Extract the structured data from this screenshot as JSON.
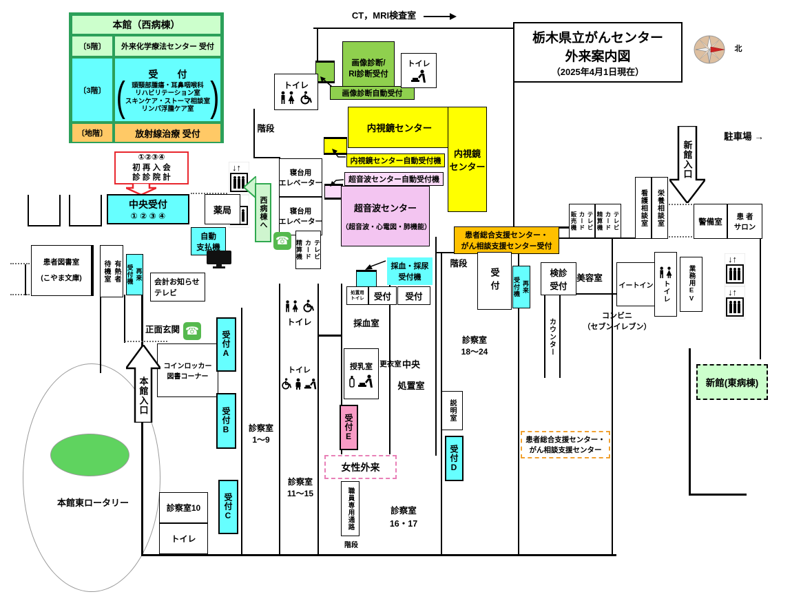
{
  "title": {
    "l1": "栃木県立がんセンター",
    "l2": "外来案内図",
    "l3": "（2025年4月1日現在）"
  },
  "compass_label": "北",
  "legend": {
    "header": "本館（西病棟）",
    "f5": "〔5階〕",
    "f5_text": "外来化学療法センター 受付",
    "f3": "〔3階〕",
    "f3_title": "受　　付",
    "f3_detail": "頭頸部腫瘍・耳鼻咽喉科\nリハビリテーション室\nスキンケア・ストーマ相談室\nリンパ浮腫ケア室",
    "b1": "〔地階〕",
    "b1_text": "放射線治療 受付",
    "paren_l": "(",
    "paren_r": ")"
  },
  "rooms": {
    "ct_mri": "CT，MRI検査室",
    "gazo": "画像診断/\nRI診断受付",
    "gazo_jido": "画像診断自動受付",
    "toilet": "トイレ",
    "naishikyo_big": "内視鏡センター",
    "naishikyo_v": "内視鏡\nセンター",
    "naishikyo_jido": "内視鏡センター自動受付機",
    "choonpa_jido": "超音波センター自動受付機",
    "choonpa_title": "超音波センター",
    "choonpa_sub": "（超音波・心電図・肺機能）",
    "kaidan": "階段",
    "shindai_ev": "寝台用\nエレベーター",
    "nishi_byoto": "西病棟へ",
    "yakkyoku": "薬局",
    "tvcard_seisanki": "テレビ\nカード\n精算機",
    "tvcard_hanbaiki": "テレビ\nカード\n販売機",
    "shokai": "①②③④\n初 再 入 会\n診 診 院 計",
    "chuo_uketsuke": "中央受付",
    "chuo_uketsuke_nums": "① ② ③ ④",
    "jido_shiharai": "自動\n支払機",
    "kaikei_tv": "会計お知らせ\nテレビ",
    "sairai": "再来\n受付機",
    "yunetsu": "有熱者\n待機室",
    "tosho": "患者図書室\n\n(こやま文庫)",
    "shomen": "正面玄関",
    "honkan_iriguchi": "本館入口",
    "coin_locker": "コインロッカー\n図書コーナー",
    "rotary": "本館東ロータリー",
    "uketsuke_a": "受付A",
    "uketsuke_b": "受付B",
    "uketsuke_c": "受付C",
    "uketsuke_d": "受付D",
    "uketsuke_e": "受付E",
    "shinsatsu_1_9": "診察室\n1～9",
    "shinsatsu_10": "診察室10",
    "shinsatsu_11_15": "診察室\n11～15",
    "shinsatsu_16_17": "診察室\n16・17",
    "shinsatsu_18_24": "診察室\n18～24",
    "josei": "女性外来",
    "shokuin": "職員専用通路",
    "setsumei": "説明室",
    "saiketsu_ki": "採血・採尿\n受付機",
    "shochi_toilet": "処置用\nトイレ",
    "uketsuke": "受付",
    "saiketsu": "採血室",
    "junyu": "授乳室",
    "koi": "更衣室",
    "chuo_shochi": "中央\n処置室",
    "sogo_uketsuke": "患者総合支援センター・\nがん相談支援センター受付",
    "sogo_center": "患者総合支援センター・\nがん相談支援センター",
    "kenshin": "検診\n受付",
    "counter": "カウンター",
    "biyo": "美容室",
    "conveni": "コンビニ\n（セブンイレブン）",
    "eatin": "イートイン",
    "gyomu_ev": "業務用EV",
    "kango": "看護相談室",
    "eiyo": "栄養相談室",
    "keibi": "警備室",
    "salon": "患 者\nサロン",
    "shinkan_iriguchi": "新館入口",
    "chusha": "駐車場 →",
    "shinkan_to": "新館(東病棟)"
  },
  "icons": {
    "elevator-icon": "↓↑ + cabin with 3 persons",
    "phone-icon": "☎",
    "toilet-mw-icon": "man and woman pictogram",
    "wheelchair-icon": "wheelchair pictogram",
    "baby-change-icon": "person at changing table",
    "bottle-icon": "nursing bottle",
    "tv-icon": "flat screen display",
    "compass-icon": "compass rose, red arrow = north (right)"
  },
  "colors": {
    "cyan": "#66ffff",
    "yellow": "#ffff00",
    "pink": "#f3c5f1",
    "reception_pink": "#f89bc5",
    "green": "#8fd04e",
    "light_green": "#ccffcc",
    "orange": "#ffc000",
    "legend_border": "#2ca05a",
    "alert_red": "#e8262d"
  }
}
